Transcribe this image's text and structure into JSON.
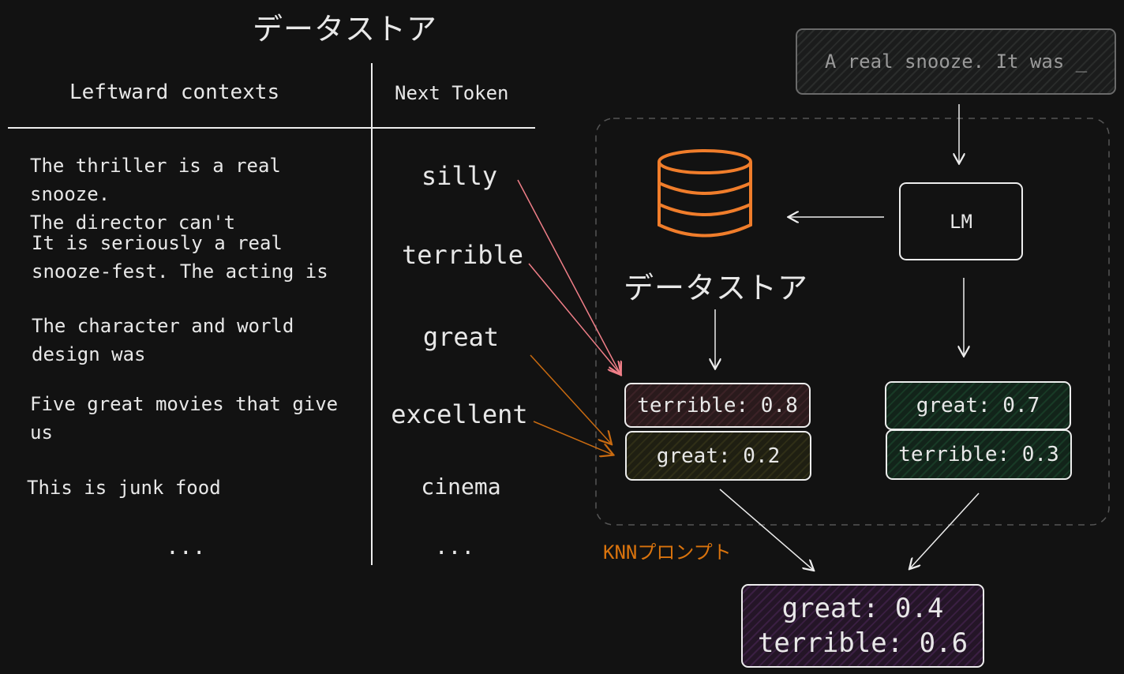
{
  "datastore": {
    "title": "データストア",
    "columns": {
      "left": "Leftward contexts",
      "right": "Next Token"
    },
    "rows": [
      {
        "context_line1": "The thriller is a real snooze.",
        "context_line2": "The director can't",
        "token": "silly"
      },
      {
        "context_line1": "It is seriously a real",
        "context_line2": "snooze-fest. The acting is",
        "token": "terrible"
      },
      {
        "context_line1": "The character and world",
        "context_line2": "design was",
        "token": "great"
      },
      {
        "context_line1": "Five great movies that give",
        "context_line2": "us",
        "token": "excellent"
      },
      {
        "context_line1": "This is junk food",
        "context_line2": "",
        "token": "cinema"
      }
    ],
    "ellipsis": "..."
  },
  "pipeline": {
    "prompt": "A real snooze. It was _",
    "lm_label": "LM",
    "datastore_label": "データストア",
    "knn_label": "KNNプロンプト",
    "knn_dist": [
      {
        "text": "terrible: 0.8"
      },
      {
        "text": "great: 0.2"
      }
    ],
    "lm_dist": [
      {
        "text": "great: 0.7"
      },
      {
        "text": "terrible: 0.3"
      }
    ],
    "output": [
      {
        "text": "great: 0.4"
      },
      {
        "text": "terrible: 0.6"
      }
    ]
  },
  "colors": {
    "background": "#121212",
    "stroke": "#ededed",
    "database_icon": "#f07d2b",
    "knn_label": "#d9730d",
    "arrow_red": "#f07f88",
    "arrow_orange": "#c86a10",
    "knn_box_top": "#3b2226",
    "knn_box_bottom": "#2f2e17",
    "lm_box": "#183a26",
    "output_box": "#3a1f42"
  }
}
